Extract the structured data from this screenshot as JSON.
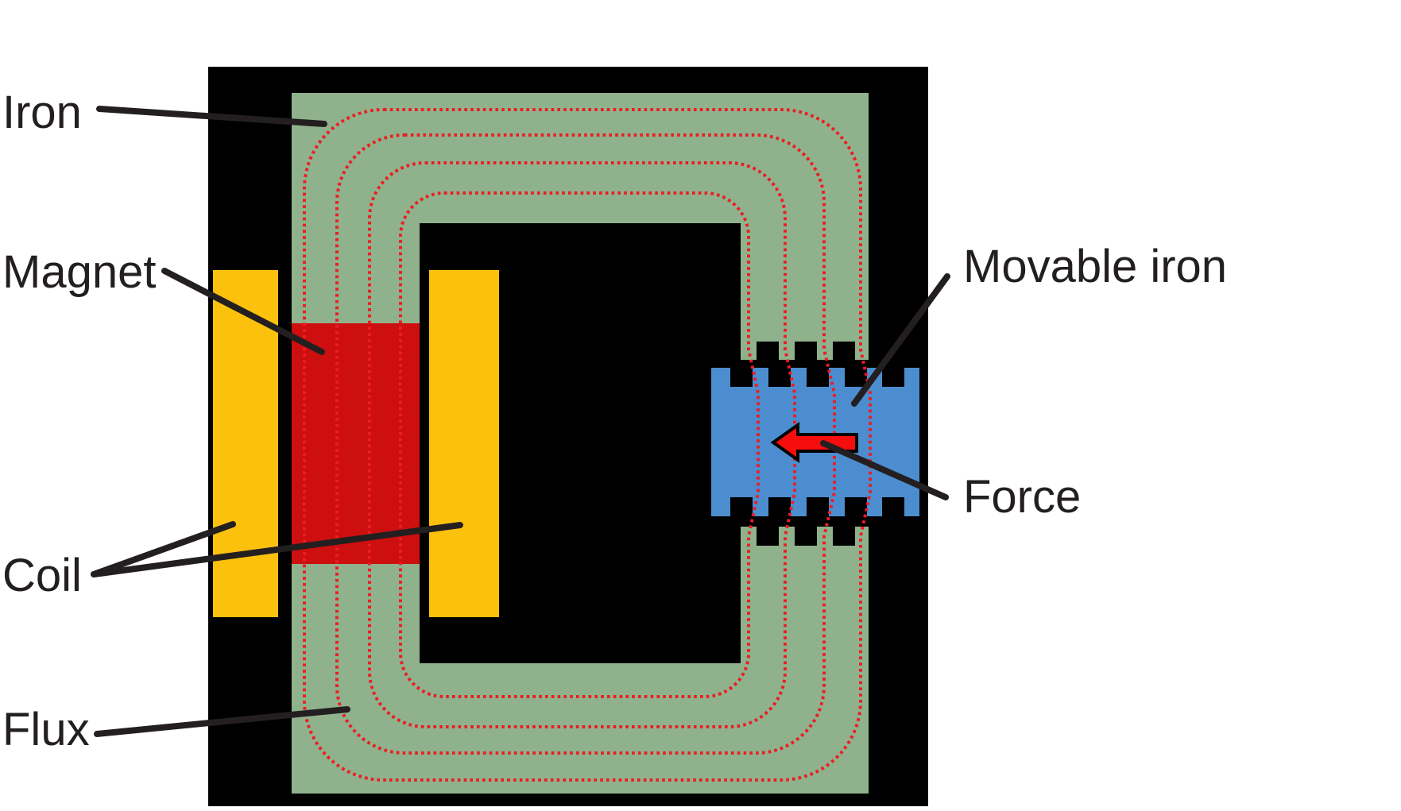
{
  "figure": {
    "kind": "electromagnetic-actuator-cross-section",
    "labels": {
      "iron": "Iron",
      "magnet": "Magnet",
      "coil": "Coil",
      "flux": "Flux",
      "movable_iron": "Movable iron",
      "force": "Force"
    },
    "colors": {
      "background": "#FFFFFF",
      "frame_black": "#000000",
      "yoke_green": "#8FB28C",
      "coil_yellow": "#FCC10D",
      "magnet_red": "#CD0F0F",
      "movable_blue": "#4C8DCF",
      "flux_red": "#ED1C24",
      "arrow_red": "#F70D0D",
      "label_color": "#231F20"
    }
  }
}
